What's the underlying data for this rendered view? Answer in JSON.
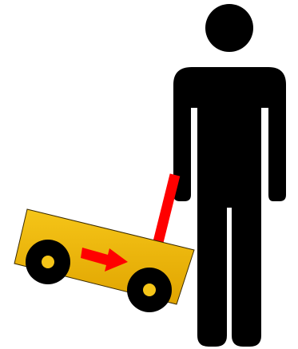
{
  "diagram": {
    "elements": [
      {
        "name": "person-figure",
        "shape": "person-silhouette",
        "color": "#000000"
      },
      {
        "name": "wagon-handle",
        "shape": "bar",
        "color": "#ff0000"
      },
      {
        "name": "wagon-body",
        "shape": "tilted-cart",
        "color": "#f5c518",
        "shade_color": "#e0a400",
        "outline_color": "#3a2a00"
      },
      {
        "name": "motion-arrow",
        "shape": "arrow",
        "direction": "right",
        "color": "#ff0000"
      },
      {
        "name": "wagon-wheel-left",
        "shape": "wheel",
        "tire_color": "#000000",
        "hub_color": "#f5c518"
      },
      {
        "name": "wagon-wheel-right",
        "shape": "wheel",
        "tire_color": "#000000",
        "hub_color": "#f5c518"
      }
    ]
  }
}
